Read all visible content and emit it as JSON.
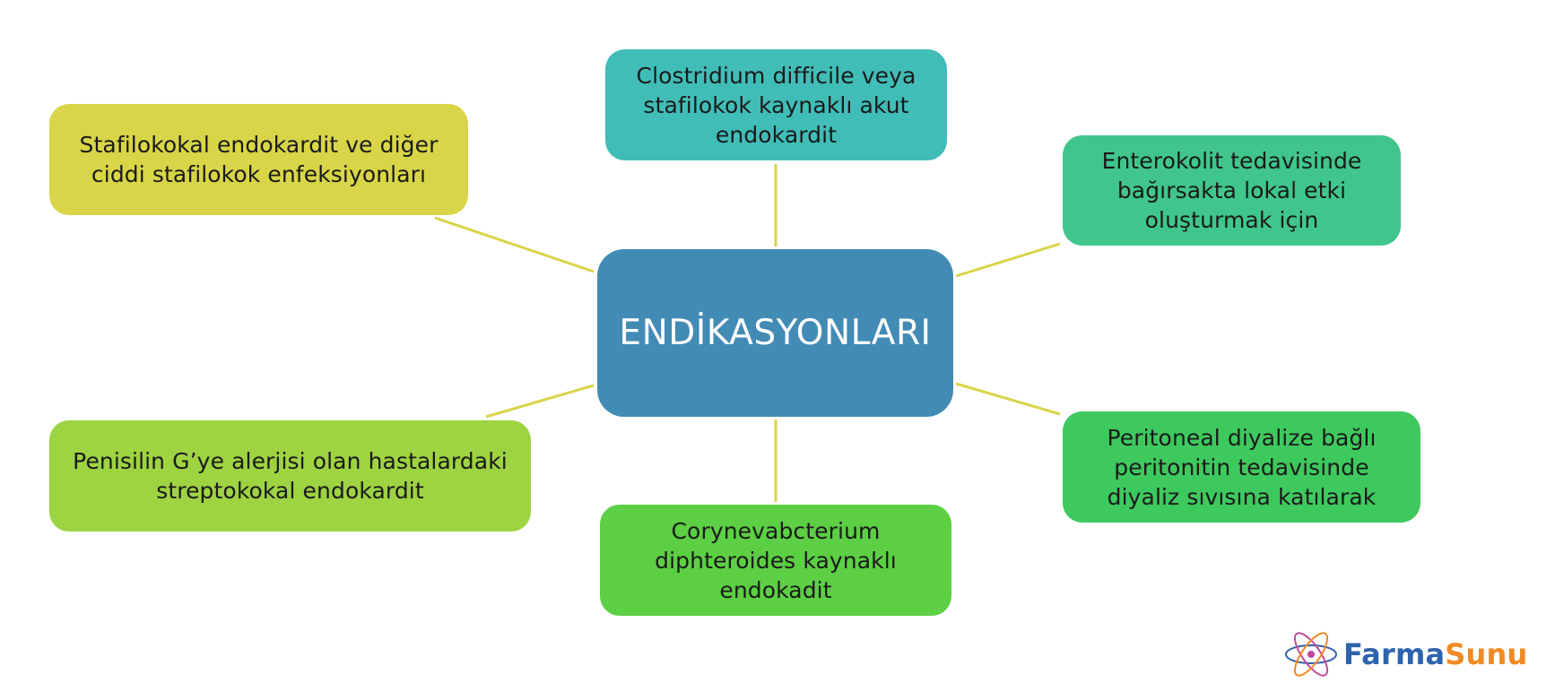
{
  "center": {
    "title": "ENDİKASYONLARI",
    "color": "#428bb5"
  },
  "nodes": [
    {
      "id": "top-left",
      "label": "Stafilokokal endokardit ve diğer ciddi stafilokok enfeksiyonları",
      "color": "#d8d548"
    },
    {
      "id": "top-center",
      "label": "Clostridium difficile veya stafilokok kaynaklı akut endokardit",
      "color": "#41bdb8"
    },
    {
      "id": "top-right",
      "label": "Enterokolit tedavisinde bağırsakta lokal etki oluşturmak için",
      "color": "#40c68c"
    },
    {
      "id": "bottom-right",
      "label": "Peritoneal diyalize bağlı peritonitin tedavisinde diyaliz sıvısına katılarak",
      "color": "#3ec95e"
    },
    {
      "id": "bottom-center",
      "label": "Corynevabcterium diphteroides kaynaklı endokadit",
      "color": "#5ccf44"
    },
    {
      "id": "bottom-left",
      "label": "Penisilin G’ye alerjisi olan hastalardaki streptokokal endokardit",
      "color": "#9ed342"
    }
  ],
  "connector_color": "#d8d548",
  "logo": {
    "part1": "Farma",
    "part2": "Sunu",
    "icon": "atom-icon",
    "colors": {
      "primary": "#2e63ad",
      "accent": "#f08a24",
      "orbit": "#c04aa0"
    }
  }
}
